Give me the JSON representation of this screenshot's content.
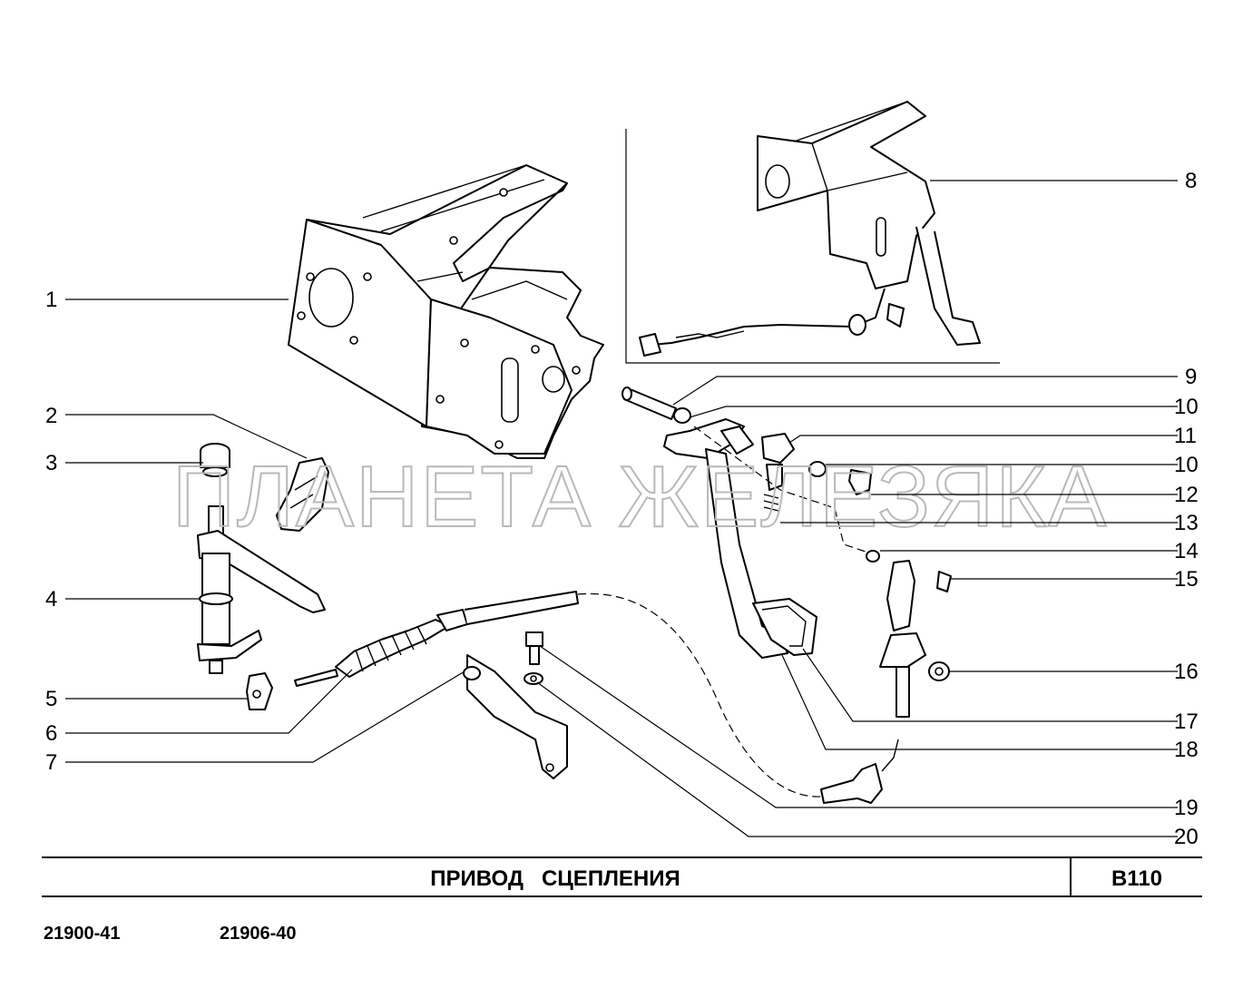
{
  "watermark": "ПЛАНЕТА ЖЕЛЕЗЯКА",
  "title": "ПРИВОД   СЦЕПЛЕНИЯ",
  "page_code": "B110",
  "model_codes": [
    "21900-41",
    "21906-40"
  ],
  "callouts": {
    "c1": "1",
    "c2": "2",
    "c3": "3",
    "c4": "4",
    "c5": "5",
    "c6": "6",
    "c7": "7",
    "c8": "8",
    "c9": "9",
    "c10a": "10",
    "c10b": "10",
    "c11": "11",
    "c12": "12",
    "c13": "13",
    "c14": "14",
    "c15": "15",
    "c16": "16",
    "c17": "17",
    "c18": "18",
    "c19": "19",
    "c20": "20"
  }
}
